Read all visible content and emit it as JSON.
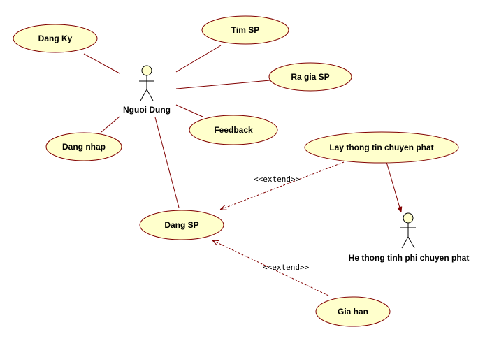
{
  "actors": {
    "nguoi_dung": "Nguoi Dung",
    "he_thong": "He thong tinh phi chuyen phat"
  },
  "use_cases": {
    "dang_ky": "Dang Ky",
    "tim_sp": "Tim SP",
    "ra_gia_sp": "Ra gia SP",
    "feedback": "Feedback",
    "dang_nhap": "Dang nhap",
    "lay_thong_tin": "Lay thong tin chuyen phat",
    "dang_sp": "Dang SP",
    "gia_han": "Gia han"
  },
  "stereotypes": {
    "extend_1": "<<extend>>",
    "extend_2": "<<extend>>"
  },
  "colors": {
    "use_case_fill": "#ffffcc",
    "line": "#800000"
  }
}
